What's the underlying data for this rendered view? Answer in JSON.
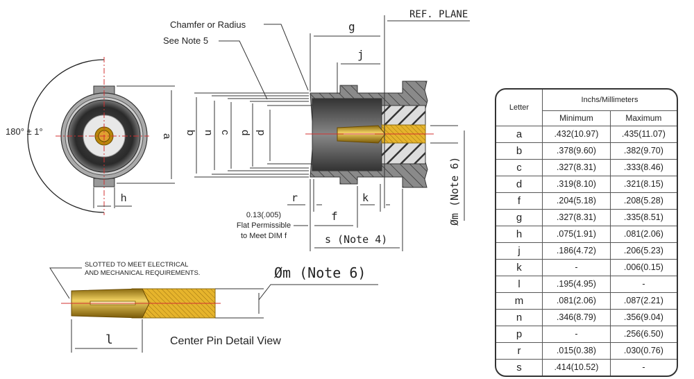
{
  "labels": {
    "angle": "180° ± 1°",
    "a": "a",
    "b": "b",
    "n": "n",
    "c": "c",
    "d": "d",
    "p": "p",
    "h": "h",
    "g": "g",
    "j": "j",
    "r": "r",
    "k": "k",
    "f": "f",
    "l": "l",
    "chamfer": "Chamfer or Radius",
    "see_note5": "See Note 5",
    "ref_plane": "REF. PLANE",
    "flat_line1": "0.13(.005)",
    "flat_line2": "Flat Permissible",
    "flat_line3": "to Meet DIM f",
    "s_note4": "s (Note 4)",
    "m_note6_vertical": "Øm (Note 6)",
    "slotted_line1": "SLOTTED TO MEET ELECTRICAL",
    "slotted_line2": "AND MECHANICAL REQUIREMENTS.",
    "m_note6": "Øm  (Note 6)",
    "pin_view_title": "Center Pin Detail View"
  },
  "colors": {
    "centerline": "#d33030",
    "brass": "#e0b030",
    "metal": "#8a8a8a",
    "dark": "#3a3a3a"
  },
  "table": {
    "header_letter": "Letter",
    "header_units": "Inchs/Millimeters",
    "header_min": "Minimum",
    "header_max": "Maximum",
    "rows": [
      {
        "letter": "a",
        "min": ".432(10.97)",
        "max": ".435(11.07)"
      },
      {
        "letter": "b",
        "min": ".378(9.60)",
        "max": ".382(9.70)"
      },
      {
        "letter": "c",
        "min": ".327(8.31)",
        "max": ".333(8.46)"
      },
      {
        "letter": "d",
        "min": ".319(8.10)",
        "max": ".321(8.15)"
      },
      {
        "letter": "f",
        "min": ".204(5.18)",
        "max": ".208(5.28)"
      },
      {
        "letter": "g",
        "min": ".327(8.31)",
        "max": ".335(8.51)"
      },
      {
        "letter": "h",
        "min": ".075(1.91)",
        "max": ".081(2.06)"
      },
      {
        "letter": "j",
        "min": ".186(4.72)",
        "max": ".206(5.23)"
      },
      {
        "letter": "k",
        "min": "-",
        "max": ".006(0.15)"
      },
      {
        "letter": "l",
        "min": ".195(4.95)",
        "max": "-"
      },
      {
        "letter": "m",
        "min": ".081(2.06)",
        "max": ".087(2.21)"
      },
      {
        "letter": "n",
        "min": ".346(8.79)",
        "max": ".356(9.04)"
      },
      {
        "letter": "p",
        "min": "-",
        "max": ".256(6.50)"
      },
      {
        "letter": "r",
        "min": ".015(0.38)",
        "max": ".030(0.76)"
      },
      {
        "letter": "s",
        "min": ".414(10.52)",
        "max": "-"
      }
    ]
  }
}
